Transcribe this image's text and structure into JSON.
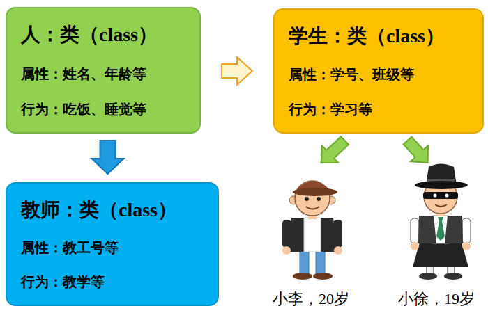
{
  "diagram": {
    "nodes": [
      {
        "text": [
          "人：类（class）",
          "属性：姓名、年龄等",
          "行为：吃饭、睡觉等"
        ]
      },
      {
        "text": [
          "学生：类（class）",
          "属性：学号、班级等",
          "行为：学习等"
        ]
      },
      {
        "text": [
          "教师：类（class）",
          "属性：教工号等",
          "行为：教学等"
        ]
      },
      {
        "text": [
          "小李，20岁"
        ]
      },
      {
        "text": [
          "小徐，19岁"
        ]
      }
    ],
    "edges": [
      {
        "from": 0,
        "to": 1,
        "arrow": "to"
      },
      {
        "from": 0,
        "to": 2,
        "arrow": "to"
      },
      {
        "from": 1,
        "to": 3,
        "arrow": "to"
      },
      {
        "from": 1,
        "to": 4,
        "arrow": "to"
      }
    ]
  }
}
